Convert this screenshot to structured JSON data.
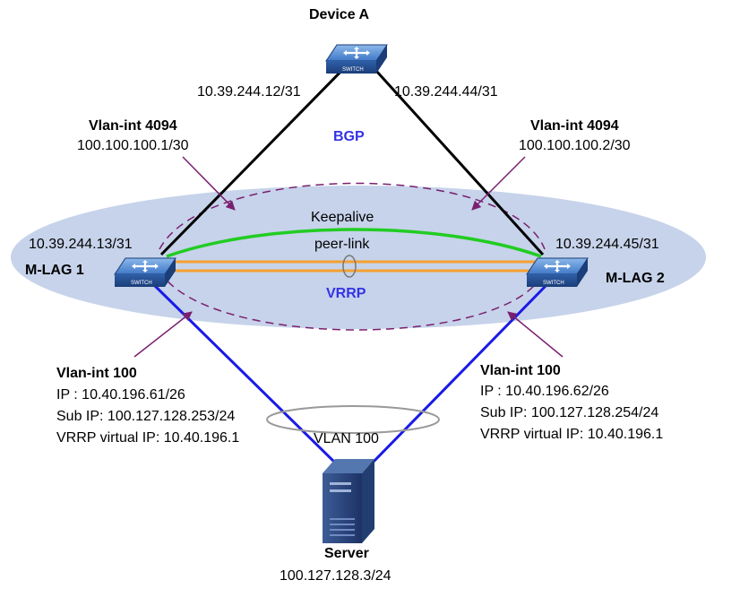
{
  "device_a": {
    "title": "Device A",
    "left_ip": "10.39.244.12/31",
    "right_ip": "10.39.244.44/31"
  },
  "bgp_label": "BGP",
  "vlan_int_4094": {
    "left": {
      "title": "Vlan-int 4094",
      "ip": "100.100.100.1/30"
    },
    "right": {
      "title": "Vlan-int 4094",
      "ip": "100.100.100.2/30"
    }
  },
  "keepalive_label": "Keepalive",
  "peer_link_label": "peer-link",
  "vrrp_label": "VRRP",
  "mlag1": {
    "title": "M-LAG 1",
    "uplink_ip": "10.39.244.13/31"
  },
  "mlag2": {
    "title": "M-LAG 2",
    "uplink_ip": "10.39.244.45/31"
  },
  "vlan_int_100": {
    "left": {
      "title": "Vlan-int 100",
      "ip": "IP : 10.40.196.61/26",
      "sub_ip": "Sub IP: 100.127.128.253/24",
      "vrrp_ip": "VRRP virtual IP: 10.40.196.1"
    },
    "right": {
      "title": "Vlan-int 100",
      "ip": "IP : 10.40.196.62/26",
      "sub_ip": "Sub IP: 100.127.128.254/24",
      "vrrp_ip": "VRRP virtual IP: 10.40.196.1"
    }
  },
  "vlan100_label": "VLAN 100",
  "server": {
    "title": "Server",
    "ip": "100.127.128.3/24"
  },
  "switch_caption": "SWITCH",
  "colors": {
    "ellipse_fill": "#c6d3ea",
    "uplink": "#000000",
    "downlink": "#1a1ae6",
    "keepalive": "#22cc22",
    "peer_link": "#f5a030",
    "dashed": "#7a1f6e",
    "label_blue": "#3333e6"
  },
  "icons": [
    "switch-icon",
    "server-icon"
  ]
}
